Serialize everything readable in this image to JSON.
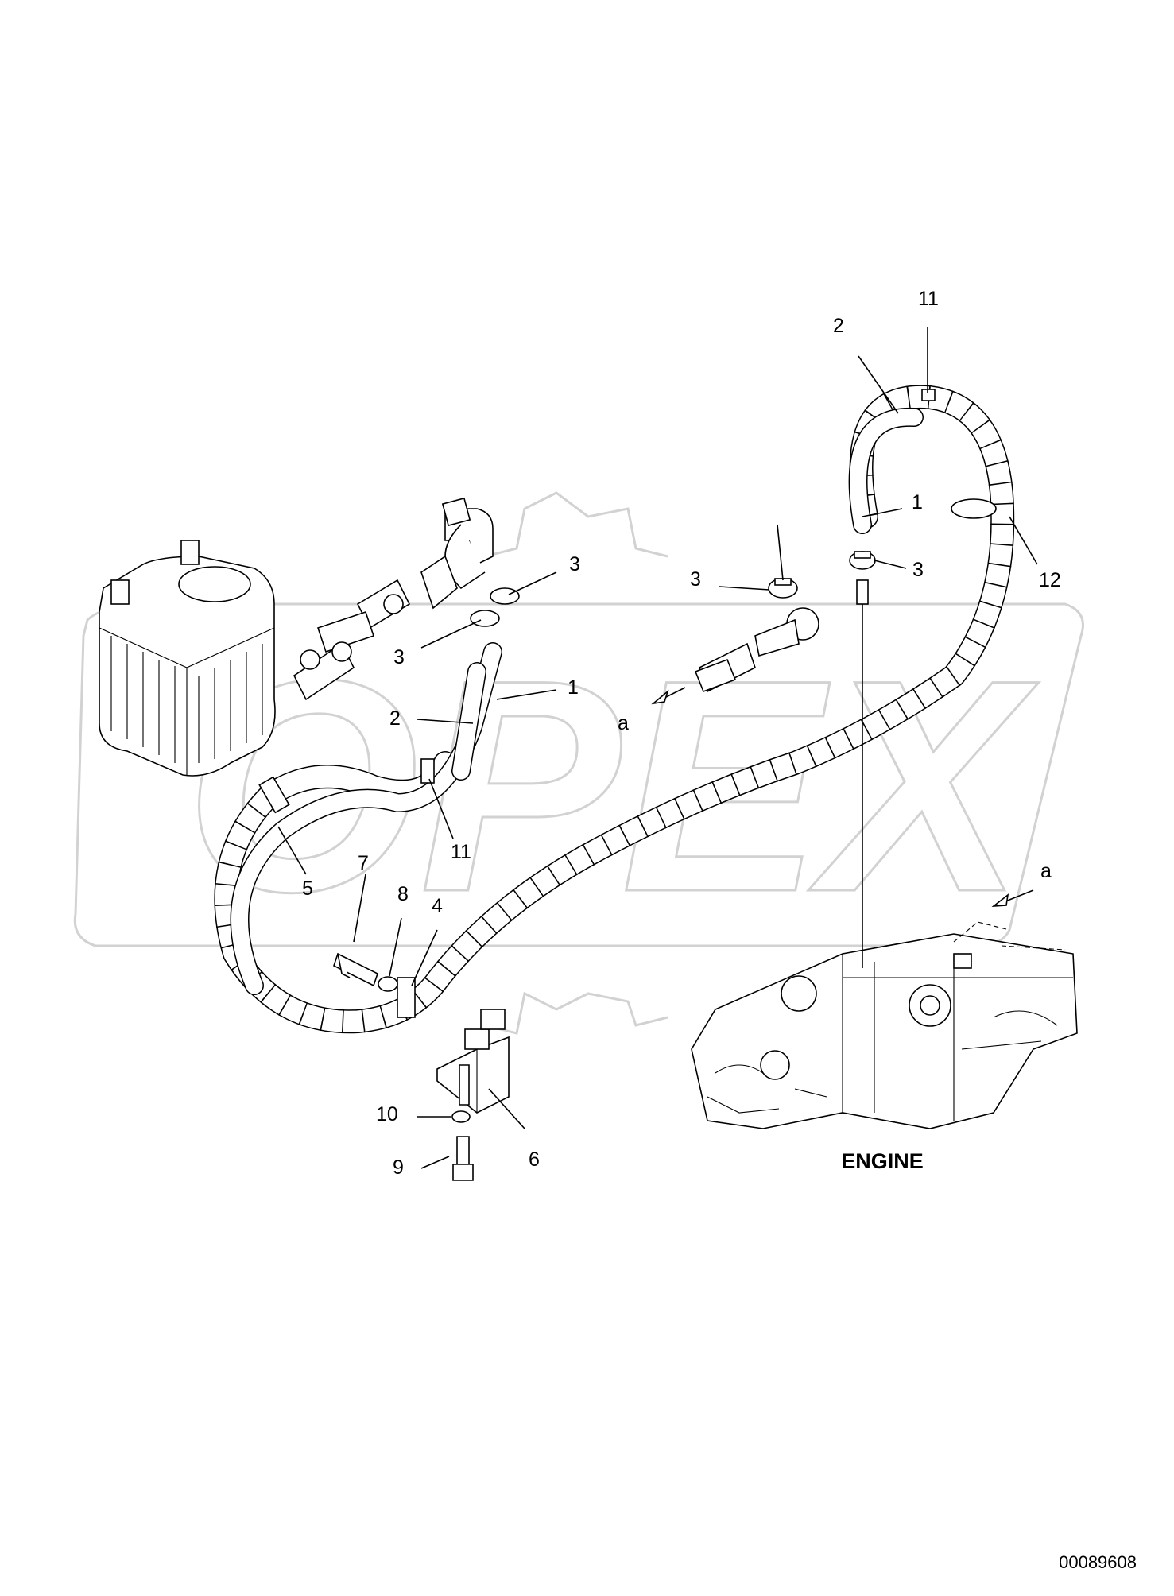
{
  "callouts": [
    {
      "id": "c11-top",
      "text": "11"
    },
    {
      "id": "c2-top",
      "text": "2"
    },
    {
      "id": "c1-top",
      "text": "1"
    },
    {
      "id": "c12",
      "text": "12"
    },
    {
      "id": "c3-right",
      "text": "3"
    },
    {
      "id": "c3-mid",
      "text": "3"
    },
    {
      "id": "c3-left-up",
      "text": "3"
    },
    {
      "id": "c3-left-down",
      "text": "3"
    },
    {
      "id": "c1-left",
      "text": "1"
    },
    {
      "id": "c2-left",
      "text": "2"
    },
    {
      "id": "c11-left",
      "text": "11"
    },
    {
      "id": "c5",
      "text": "5"
    },
    {
      "id": "c7",
      "text": "7"
    },
    {
      "id": "c8",
      "text": "8"
    },
    {
      "id": "c4",
      "text": "4"
    },
    {
      "id": "c10",
      "text": "10"
    },
    {
      "id": "c9",
      "text": "9"
    },
    {
      "id": "c6",
      "text": "6"
    },
    {
      "id": "ca-mid",
      "text": "a"
    },
    {
      "id": "ca-right",
      "text": "a"
    }
  ],
  "engine_label": "ENGINE",
  "document_number": "00089608",
  "watermark": "OPEX",
  "colors": {
    "ink": "#000000",
    "watermark": "#d2d2d2",
    "background": "#ffffff"
  }
}
